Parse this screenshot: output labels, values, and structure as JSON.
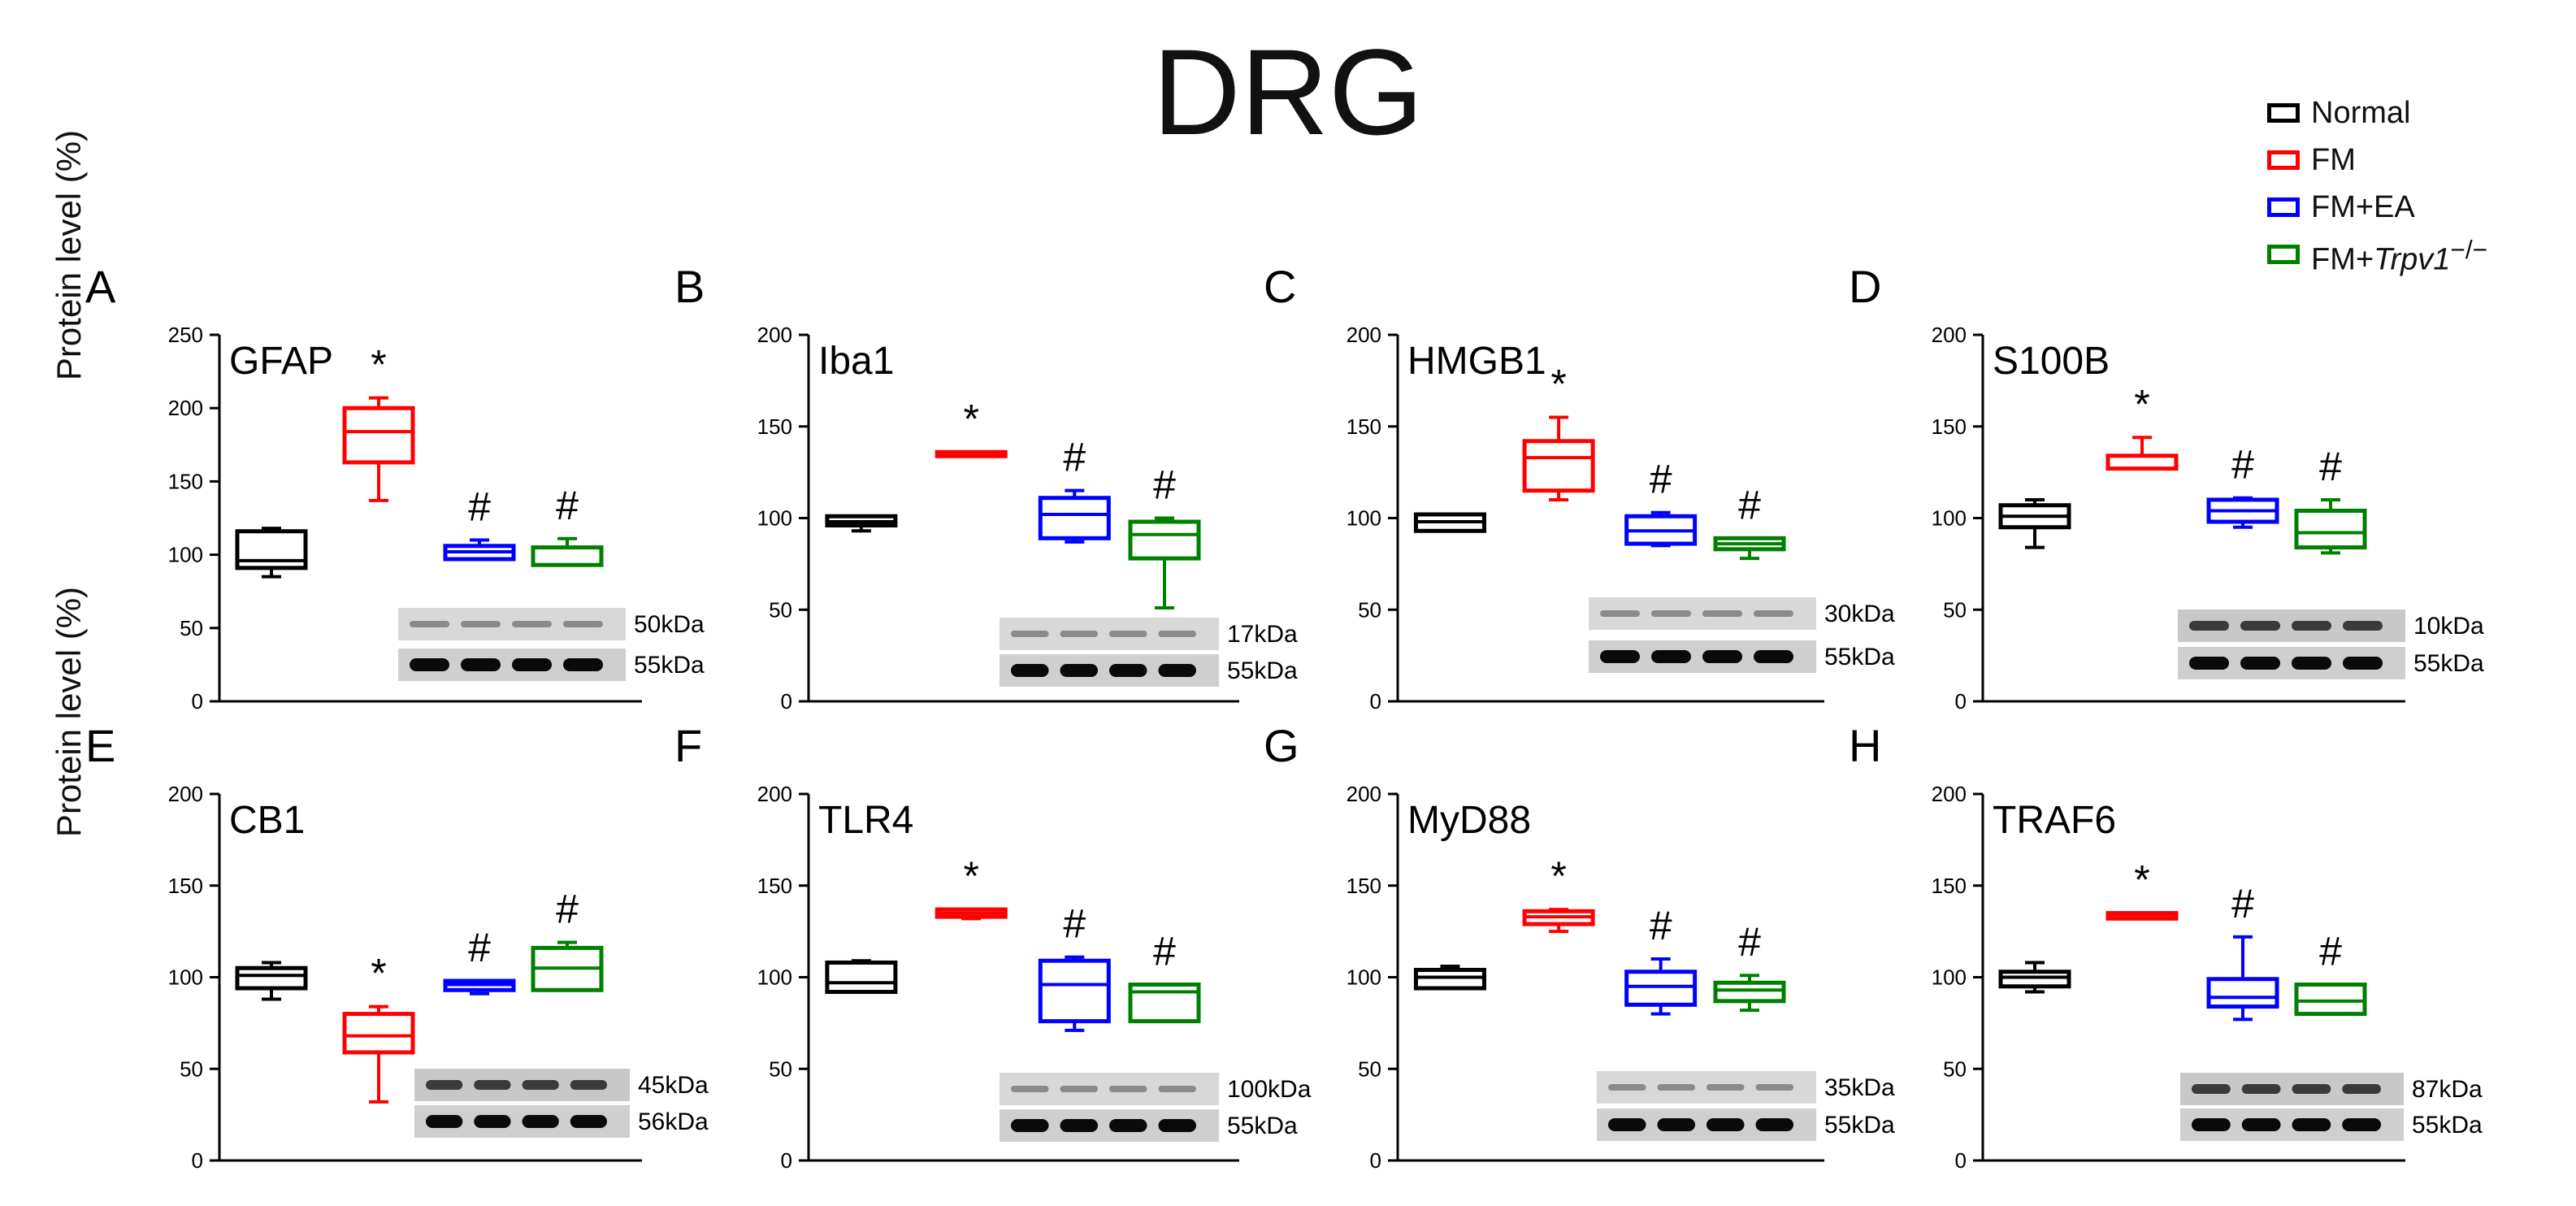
{
  "figure_title": "DRG",
  "y_axis_label": "Protein level (%)",
  "legend": {
    "items": [
      {
        "label": "Normal",
        "color": "#000000"
      },
      {
        "label": "FM",
        "color": "#ff0000"
      },
      {
        "label": "FM+EA",
        "color": "#0000ff"
      },
      {
        "label": "FM+",
        "italic": "Trpv1",
        "sup": "−/−",
        "color": "#008000"
      }
    ]
  },
  "chart_data": [
    {
      "type": "box",
      "panel": "A",
      "title": "GFAP",
      "ylim": [
        0,
        250
      ],
      "yticks": [
        0,
        50,
        100,
        150,
        200,
        250
      ],
      "categories": [
        "Normal",
        "FM",
        "FM+EA",
        "FM+Trpv1−/−"
      ],
      "boxes": [
        {
          "min": 85,
          "q1": 91,
          "median": 96,
          "q3": 116,
          "max": 118
        },
        {
          "min": 137,
          "q1": 163,
          "median": 184,
          "q3": 200,
          "max": 207
        },
        {
          "min": 97,
          "q1": 97,
          "median": 102,
          "q3": 106,
          "max": 110
        },
        {
          "min": 93,
          "q1": 93,
          "median": 105,
          "q3": 105,
          "max": 111
        }
      ],
      "marks": [
        "",
        "*",
        "#",
        "#"
      ],
      "blots": [
        {
          "label": "50kDa",
          "tone": "faint"
        },
        {
          "label": "55kDa",
          "tone": "dark"
        }
      ]
    },
    {
      "type": "box",
      "panel": "B",
      "title": "Iba1",
      "ylim": [
        0,
        200
      ],
      "yticks": [
        0,
        50,
        100,
        150,
        200
      ],
      "categories": [
        "Normal",
        "FM",
        "FM+EA",
        "FM+Trpv1−/−"
      ],
      "boxes": [
        {
          "min": 93,
          "q1": 96,
          "median": 98,
          "q3": 101,
          "max": 101
        },
        {
          "min": 134,
          "q1": 134,
          "median": 135,
          "q3": 136,
          "max": 136
        },
        {
          "min": 87,
          "q1": 89,
          "median": 102,
          "q3": 111,
          "max": 115
        },
        {
          "min": 51,
          "q1": 78,
          "median": 91,
          "q3": 98,
          "max": 100
        }
      ],
      "marks": [
        "",
        "*",
        "#",
        "#"
      ],
      "blots": [
        {
          "label": "17kDa",
          "tone": "faint"
        },
        {
          "label": "55kDa",
          "tone": "dark"
        }
      ]
    },
    {
      "type": "box",
      "panel": "C",
      "title": "HMGB1",
      "ylim": [
        0,
        200
      ],
      "yticks": [
        0,
        50,
        100,
        150,
        200
      ],
      "categories": [
        "Normal",
        "FM",
        "FM+EA",
        "FM+Trpv1−/−"
      ],
      "boxes": [
        {
          "min": 93,
          "q1": 93,
          "median": 98,
          "q3": 102,
          "max": 102
        },
        {
          "min": 110,
          "q1": 115,
          "median": 133,
          "q3": 142,
          "max": 155
        },
        {
          "min": 85,
          "q1": 86,
          "median": 93,
          "q3": 101,
          "max": 103
        },
        {
          "min": 78,
          "q1": 83,
          "median": 86,
          "q3": 89,
          "max": 89
        }
      ],
      "marks": [
        "",
        "*",
        "#",
        "#"
      ],
      "blots": [
        {
          "label": "30kDa",
          "tone": "faint"
        },
        {
          "label": "55kDa",
          "tone": "dark"
        }
      ]
    },
    {
      "type": "box",
      "panel": "D",
      "title": "S100B",
      "ylim": [
        0,
        200
      ],
      "yticks": [
        0,
        50,
        100,
        150,
        200
      ],
      "categories": [
        "Normal",
        "FM",
        "FM+EA",
        "FM+Trpv1−/−"
      ],
      "boxes": [
        {
          "min": 84,
          "q1": 95,
          "median": 101,
          "q3": 107,
          "max": 110
        },
        {
          "min": 127,
          "q1": 127,
          "median": 134,
          "q3": 134,
          "max": 144
        },
        {
          "min": 95,
          "q1": 98,
          "median": 104,
          "q3": 110,
          "max": 111
        },
        {
          "min": 81,
          "q1": 84,
          "median": 92,
          "q3": 104,
          "max": 110
        }
      ],
      "marks": [
        "",
        "*",
        "#",
        "#"
      ],
      "blots": [
        {
          "label": "10kDa",
          "tone": "mid"
        },
        {
          "label": "55kDa",
          "tone": "dark"
        }
      ]
    },
    {
      "type": "box",
      "panel": "E",
      "title": "CB1",
      "ylim": [
        0,
        200
      ],
      "yticks": [
        0,
        50,
        100,
        150,
        200
      ],
      "categories": [
        "Normal",
        "FM",
        "FM+EA",
        "FM+Trpv1−/−"
      ],
      "boxes": [
        {
          "min": 88,
          "q1": 94,
          "median": 101,
          "q3": 105,
          "max": 108
        },
        {
          "min": 32,
          "q1": 59,
          "median": 68,
          "q3": 80,
          "max": 84
        },
        {
          "min": 91,
          "q1": 93,
          "median": 96,
          "q3": 98,
          "max": 98
        },
        {
          "min": 93,
          "q1": 93,
          "median": 105,
          "q3": 116,
          "max": 119
        }
      ],
      "marks": [
        "",
        "*",
        "#",
        "#"
      ],
      "blots": [
        {
          "label": "45kDa",
          "tone": "mid"
        },
        {
          "label": "56kDa",
          "tone": "dark"
        }
      ]
    },
    {
      "type": "box",
      "panel": "F",
      "title": "TLR4",
      "ylim": [
        0,
        200
      ],
      "yticks": [
        0,
        50,
        100,
        150,
        200
      ],
      "categories": [
        "Normal",
        "FM",
        "FM+EA",
        "FM+Trpv1−/−"
      ],
      "boxes": [
        {
          "min": 92,
          "q1": 92,
          "median": 97,
          "q3": 108,
          "max": 109
        },
        {
          "min": 132,
          "q1": 133,
          "median": 135,
          "q3": 137,
          "max": 137
        },
        {
          "min": 71,
          "q1": 76,
          "median": 96,
          "q3": 109,
          "max": 111
        },
        {
          "min": 76,
          "q1": 76,
          "median": 92,
          "q3": 96,
          "max": 96
        }
      ],
      "marks": [
        "",
        "*",
        "#",
        "#"
      ],
      "blots": [
        {
          "label": "100kDa",
          "tone": "faint"
        },
        {
          "label": "55kDa",
          "tone": "dark"
        }
      ]
    },
    {
      "type": "box",
      "panel": "G",
      "title": "MyD88",
      "ylim": [
        0,
        200
      ],
      "yticks": [
        0,
        50,
        100,
        150,
        200
      ],
      "categories": [
        "Normal",
        "FM",
        "FM+EA",
        "FM+Trpv1−/−"
      ],
      "boxes": [
        {
          "min": 94,
          "q1": 94,
          "median": 100,
          "q3": 104,
          "max": 106
        },
        {
          "min": 125,
          "q1": 129,
          "median": 133,
          "q3": 136,
          "max": 137
        },
        {
          "min": 80,
          "q1": 85,
          "median": 95,
          "q3": 103,
          "max": 110
        },
        {
          "min": 82,
          "q1": 87,
          "median": 93,
          "q3": 97,
          "max": 101
        }
      ],
      "marks": [
        "",
        "*",
        "#",
        "#"
      ],
      "blots": [
        {
          "label": "35kDa",
          "tone": "faint"
        },
        {
          "label": "55kDa",
          "tone": "dark"
        }
      ]
    },
    {
      "type": "box",
      "panel": "H",
      "title": "TRAF6",
      "ylim": [
        0,
        200
      ],
      "yticks": [
        0,
        50,
        100,
        150,
        200
      ],
      "categories": [
        "Normal",
        "FM",
        "FM+EA",
        "FM+Trpv1−/−"
      ],
      "boxes": [
        {
          "min": 92,
          "q1": 95,
          "median": 100,
          "q3": 103,
          "max": 108
        },
        {
          "min": 132,
          "q1": 132,
          "median": 134,
          "q3": 135,
          "max": 135
        },
        {
          "min": 77,
          "q1": 84,
          "median": 89,
          "q3": 99,
          "max": 122
        },
        {
          "min": 80,
          "q1": 80,
          "median": 87,
          "q3": 96,
          "max": 96
        }
      ],
      "marks": [
        "",
        "*",
        "#",
        "#"
      ],
      "blots": [
        {
          "label": "87kDa",
          "tone": "mid"
        },
        {
          "label": "55kDa",
          "tone": "dark"
        }
      ]
    }
  ]
}
